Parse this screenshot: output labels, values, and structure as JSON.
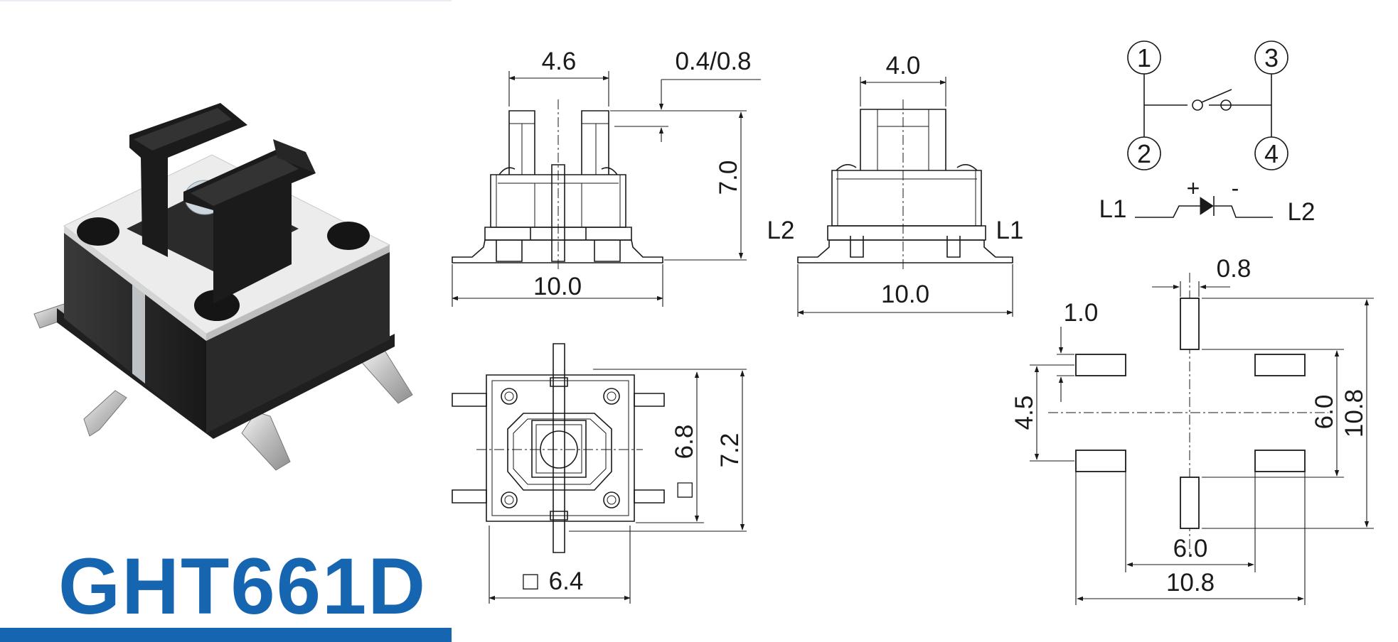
{
  "model": "GHT661D",
  "colors": {
    "brand": "#1565b0",
    "line": "#1a1a1a",
    "background": "#ffffff"
  },
  "front_view": {
    "dim_top": "4.6",
    "dim_gap": "0.4/0.8",
    "dim_height": "7.0",
    "dim_width": "10.0"
  },
  "side_view": {
    "dim_top": "4.0",
    "dim_width": "10.0",
    "label_left": "L2",
    "label_right": "L1"
  },
  "top_view": {
    "dim_body_w": "6.8",
    "dim_total_h": "7.2",
    "dim_bottom": "6.4",
    "square_symbol": "□"
  },
  "schematic": {
    "pins": [
      "1",
      "2",
      "3",
      "4"
    ],
    "led_left": "L1",
    "led_right": "L2",
    "plus": "+",
    "minus": "-"
  },
  "pcb_layout": {
    "dim_pin_w": "0.8",
    "dim_pad_h": "1.0",
    "dim_pitch_side": "4.5",
    "dim_inner_v": "6.0",
    "dim_outer_v": "10.8",
    "dim_inner_h": "6.0",
    "dim_outer_h": "10.8"
  }
}
